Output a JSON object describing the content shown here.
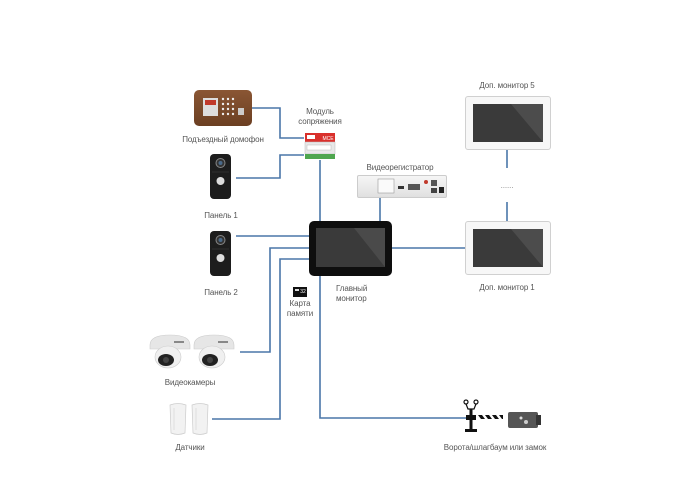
{
  "colors": {
    "wire": "#4a76a8",
    "label": "#555555",
    "monitor_bezel": "#111111",
    "screen": "#3a3a3a",
    "ext_bezel": "#f5f5f5",
    "intercom": "#7a4a2a"
  },
  "devices": {
    "entrance_intercom": {
      "label": "Подъездный домофон",
      "icon": "intercom-panel-icon"
    },
    "interface_module": {
      "label_line1": "Модуль",
      "label_line2": "сопряжения",
      "badge": "MCE",
      "icon": "interface-module-icon"
    },
    "panel_1": {
      "label": "Панель 1",
      "icon": "door-panel-icon"
    },
    "panel_2": {
      "label": "Панель 2",
      "icon": "door-panel-icon"
    },
    "dvr": {
      "label": "Видеорегистратор",
      "icon": "dvr-icon"
    },
    "main_monitor": {
      "label_line1": "Главный",
      "label_line2": "монитор",
      "icon": "monitor-icon"
    },
    "memory_card": {
      "label_line1": "Карта",
      "label_line2": "памяти",
      "badge": "32",
      "icon": "microsd-card-icon"
    },
    "ext_monitor_5": {
      "label": "Доп. монитор 5",
      "icon": "monitor-icon"
    },
    "ext_monitor_1": {
      "label": "Доп. монитор 1",
      "icon": "monitor-icon"
    },
    "ellipsis": {
      "label": "......"
    },
    "cameras": {
      "label": "Видеокамеры",
      "icon": "dome-camera-icon"
    },
    "sensors": {
      "label": "Датчики",
      "icon": "motion-sensor-icon"
    },
    "gate_lock": {
      "label": "Ворота/шлагбаум или замок",
      "icon": "barrier-gate-icon"
    }
  }
}
